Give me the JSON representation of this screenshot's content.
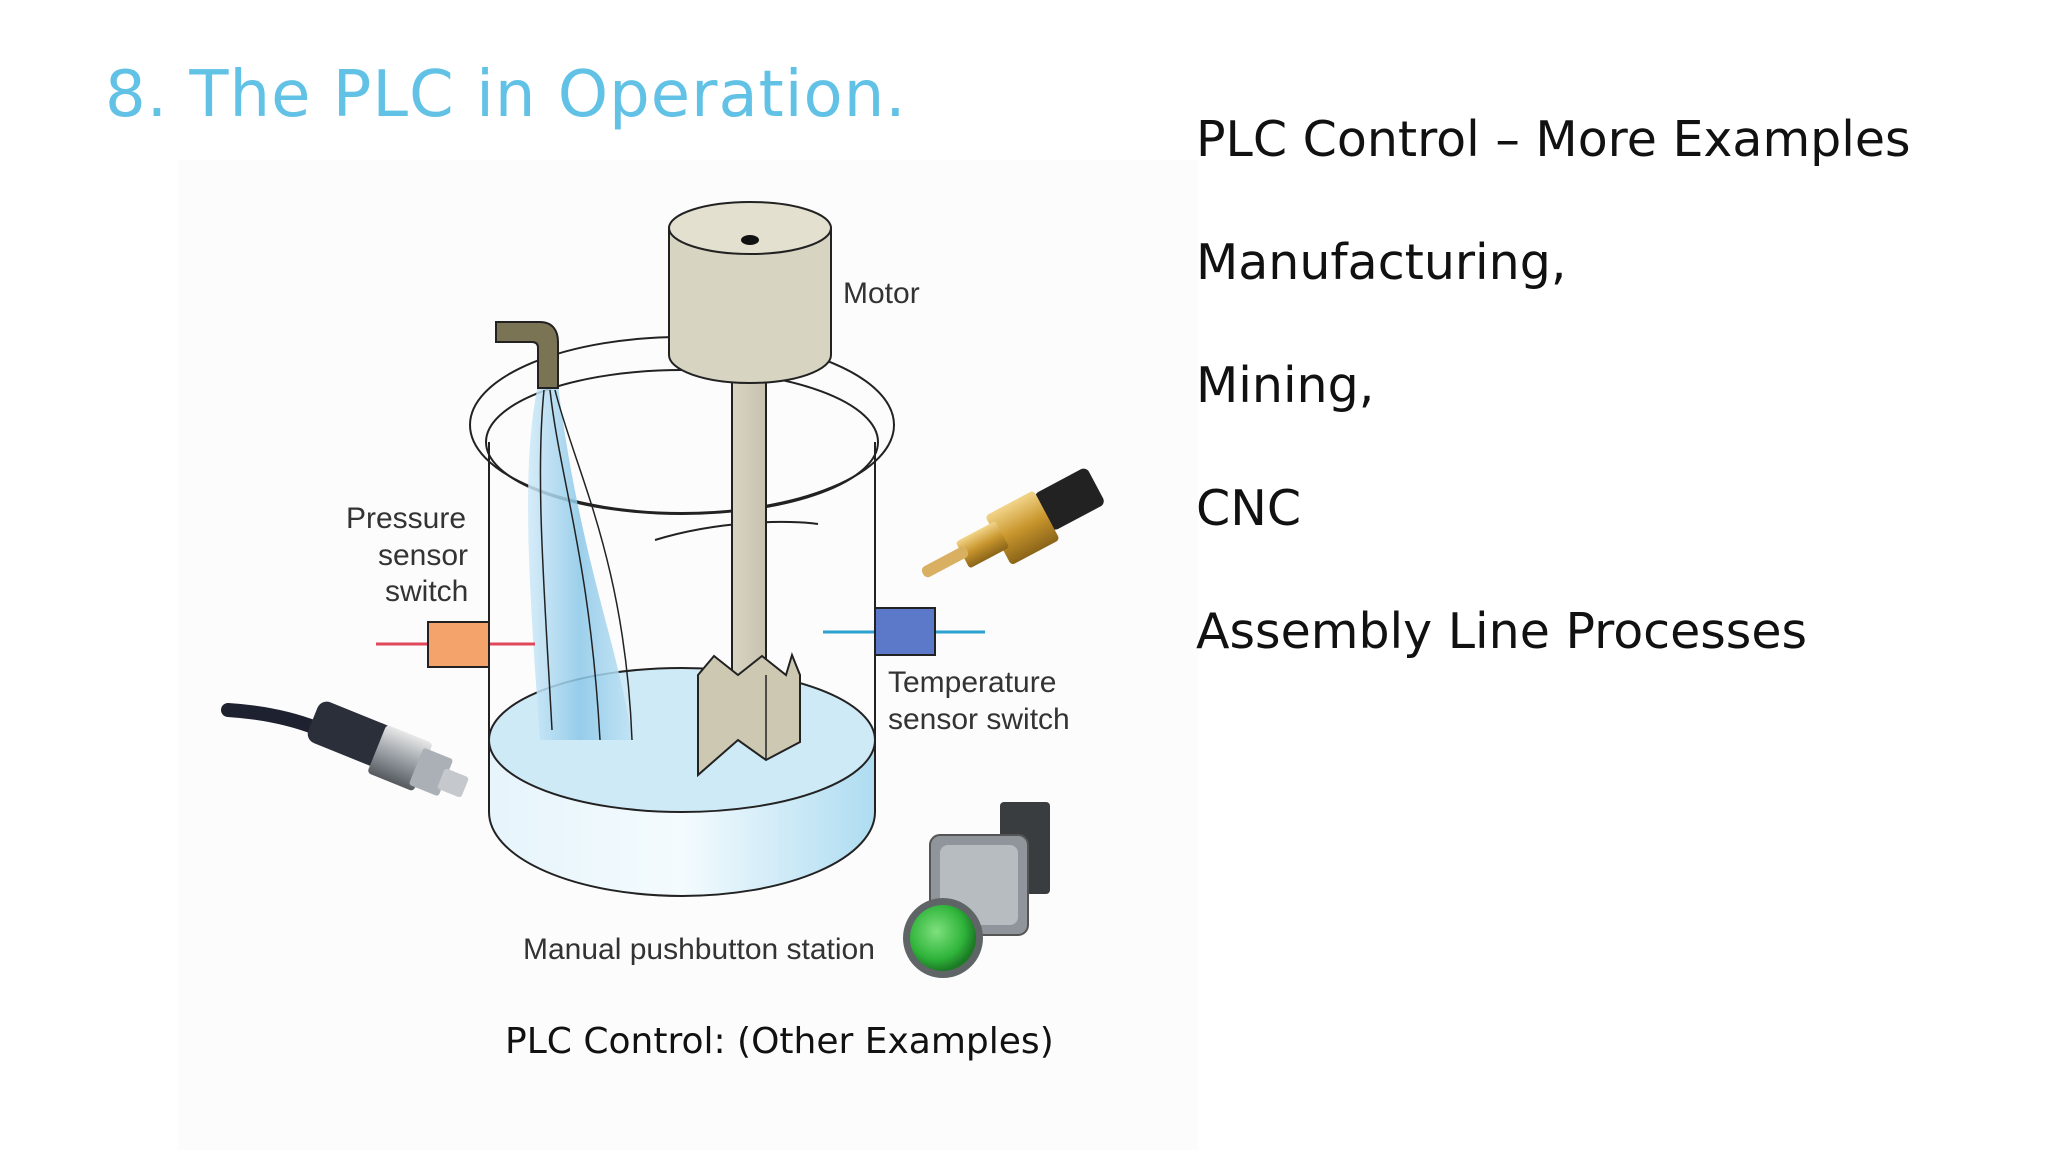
{
  "slide": {
    "title": "8. The PLC in Operation."
  },
  "figure": {
    "labels": {
      "motor": "Motor",
      "pressure_line1": "Pressure",
      "pressure_line2": "sensor",
      "pressure_line3": "switch",
      "temperature_line1": "Temperature",
      "temperature_line2": "sensor switch",
      "pushbutton": "Manual pushbutton station"
    },
    "caption": "PLC Control: (Other Examples)"
  },
  "examples": {
    "heading": "PLC Control – More Examples",
    "items": [
      "Manufacturing,",
      "Mining,",
      "CNC",
      "Assembly Line Processes"
    ]
  },
  "colors": {
    "title": "#62c2e6",
    "pressure_switch": "#f4a46a",
    "temperature_switch": "#5b79c8",
    "pushbutton": "#3ec14b"
  }
}
